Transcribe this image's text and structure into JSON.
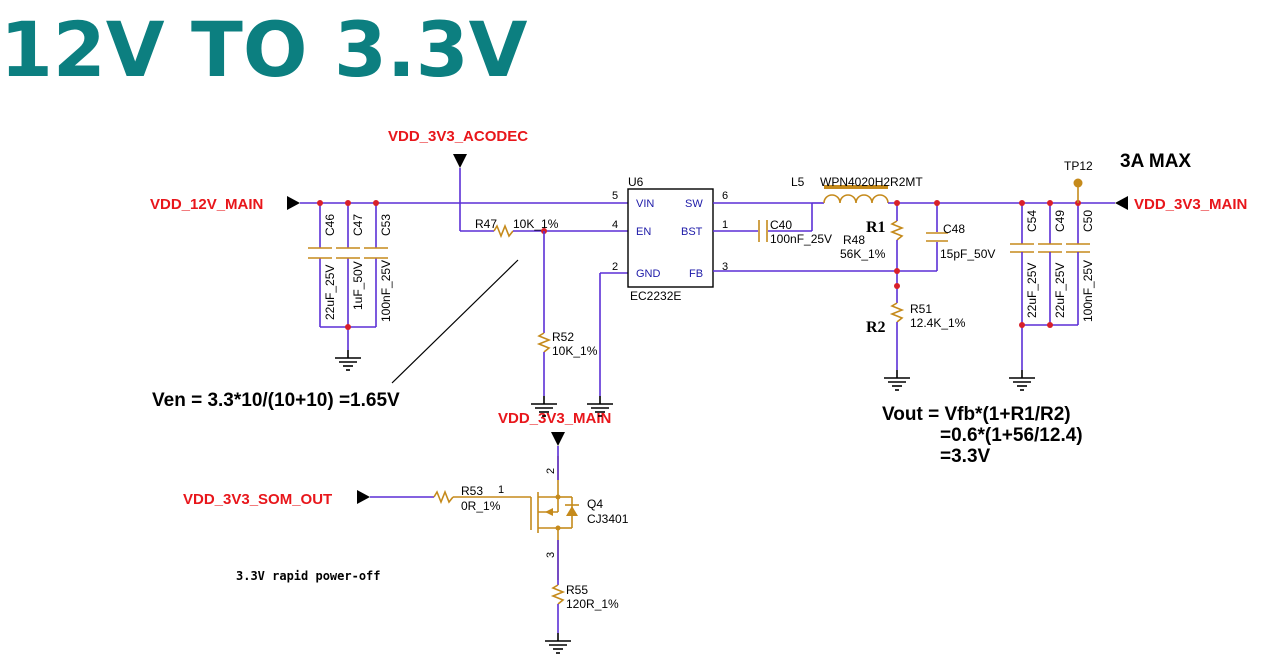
{
  "title": "12V TO 3.3V",
  "nets": {
    "vin": "VDD_12V_MAIN",
    "acodec": "VDD_3V3_ACODEC",
    "vout": "VDD_3V3_MAIN",
    "vout_lower": "VDD_3V3_MAIN",
    "som_out": "VDD_3V3_SOM_OUT"
  },
  "max_current": "3A MAX",
  "ic": {
    "ref": "U6",
    "part": "EC2232E",
    "pins": {
      "vin": "VIN",
      "en": "EN",
      "gnd": "GND",
      "sw": "SW",
      "bst": "BST",
      "fb": "FB"
    },
    "pin_numbers": {
      "vin": "5",
      "en": "4",
      "gnd": "2",
      "sw": "6",
      "bst": "1",
      "fb": "3"
    }
  },
  "components": {
    "c46": {
      "ref": "C46",
      "value": "22uF_25V"
    },
    "c47": {
      "ref": "C47",
      "value": "1uF_50V"
    },
    "c53": {
      "ref": "C53",
      "value": "100nF_25V"
    },
    "r47": {
      "ref": "R47",
      "value": "10K_1%"
    },
    "r52": {
      "ref": "R52",
      "value": "10K_1%"
    },
    "c40": {
      "ref": "C40",
      "value": "100nF_25V"
    },
    "l5": {
      "ref": "L5",
      "value": "WPN4020H2R2MT"
    },
    "r48": {
      "ref": "R48",
      "value": "56K_1%"
    },
    "c48": {
      "ref": "C48",
      "value": "15pF_50V"
    },
    "r51": {
      "ref": "R51",
      "value": "12.4K_1%"
    },
    "c54": {
      "ref": "C54",
      "value": "22uF_25V"
    },
    "c49": {
      "ref": "C49",
      "value": "22uF_25V"
    },
    "c50": {
      "ref": "C50",
      "value": "100nF_25V"
    },
    "tp12": {
      "ref": "TP12"
    },
    "r53": {
      "ref": "R53",
      "value": "0R_1%"
    },
    "q4": {
      "ref": "Q4",
      "value": "CJ3401",
      "pins": {
        "gate": "1",
        "source": "2",
        "drain": "3"
      }
    },
    "r55": {
      "ref": "R55",
      "value": "120R_1%"
    }
  },
  "resistor_labels": {
    "r1": "R1",
    "r2": "R2"
  },
  "equations": {
    "ven": "Ven = 3.3*10/(10+10) =1.65V",
    "vout_line1": "Vout = Vfb*(1+R1/R2)",
    "vout_line2": "=0.6*(1+56/12.4)",
    "vout_line3": "=3.3V"
  },
  "note": "3.3V rapid power-off",
  "colors": {
    "title": "#0c7f80",
    "net_label": "#e8161b",
    "wire": "#5b2fd6",
    "component": "#c58a1b",
    "pin_label": "#1d1aa8"
  }
}
